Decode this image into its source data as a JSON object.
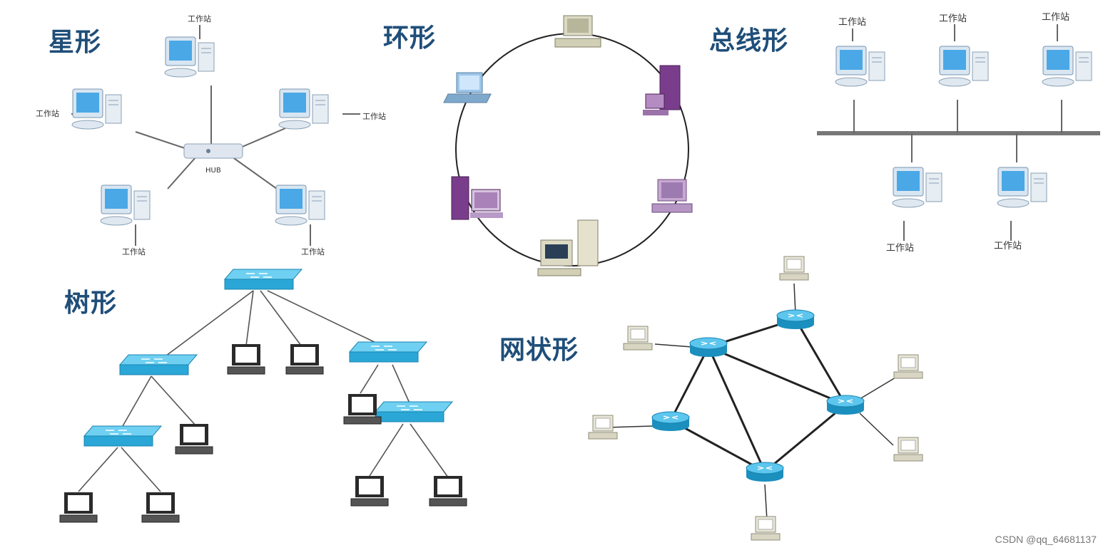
{
  "titles": {
    "star": "星形",
    "ring": "环形",
    "bus": "总线形",
    "tree": "树形",
    "mesh": "网状形"
  },
  "star": {
    "workstation_label": "工作站",
    "hub_label": "HUB"
  },
  "bus": {
    "workstation_label": "工作站"
  },
  "watermark": "CSDN @qq_64681137",
  "colors": {
    "title": "#1f4e79",
    "switch": "#2aa7d6",
    "router": "#2ba6d4",
    "monitor_screen": "#4aa8e6",
    "purple_pc": "#7a3d8c",
    "line": "#333333"
  }
}
